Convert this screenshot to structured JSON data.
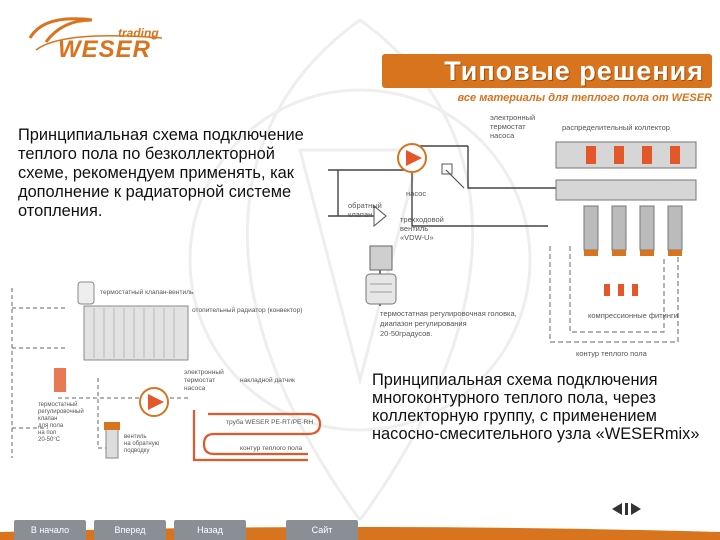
{
  "brand": {
    "small": "trading",
    "name": "WESER"
  },
  "header": {
    "title": "Типовые решения",
    "subtitle": "все материалы для теплого пола от WESER"
  },
  "captions": {
    "left": "Принципиальная схема подключение теплого пола по безколлекторной схеме, рекомендуем применять, как дополнение к радиаторной системе отопления.",
    "right": "Принципиальная схема подключения многоконтурного теплого пола, через коллекторную группу, с применением насосно-смесительного узла «WESERmix»"
  },
  "diagram_top_labels": {
    "thermostat_pump": [
      "электронный",
      "термостат",
      "насоса"
    ],
    "collector": "распределительный коллектор",
    "pump": "насос",
    "check_valve": [
      "обратный",
      "клапан"
    ],
    "three_way_valve": [
      "трехходовой",
      "вентиль",
      "«VDW-U»"
    ],
    "thermostatic_head": [
      "термостатная регулировочная головка,",
      "диапазон регулирования",
      "20-50градусов."
    ],
    "compression_fittings": "компрессионные фитинги",
    "floor_circuit": "контур теплого пола"
  },
  "diagram_bottom_labels": {
    "thermostatic_valve": "термостатный клапан-вентиль",
    "radiator": "отопительный радиатор (конвектор)",
    "thermostat_pump": [
      "электронный",
      "термостат",
      "насоса"
    ],
    "temp_sensor": "накладной датчик",
    "pipe": "труба WESER PE-RT/PE-RH",
    "floor_circuit": "контур теплого пола",
    "regulating_valve": [
      "термостатный",
      "регулировочный",
      "клапан",
      "для пола",
      "на пол",
      "20-50°C"
    ],
    "check_valve": [
      "вентиль",
      "на обратную",
      "подводку"
    ]
  },
  "footer": {
    "buttons": [
      "В начало",
      "Вперед",
      "Назад",
      "Сайт"
    ]
  },
  "colors": {
    "accent": "#d8731e",
    "nav_gray": "#8a8f96",
    "pipe_red": "#e4572b"
  }
}
